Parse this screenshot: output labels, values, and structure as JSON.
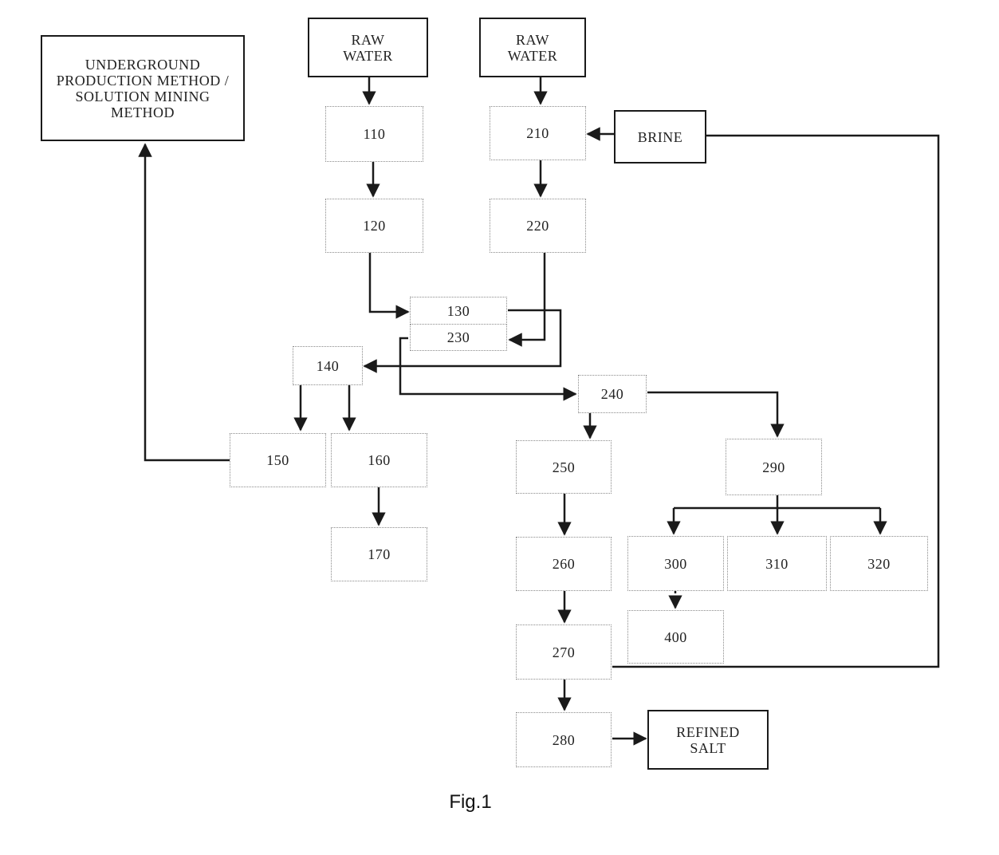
{
  "nodes": {
    "underground": "UNDERGROUND\nPRODUCTION METHOD /\nSOLUTION MINING\nMETHOD",
    "raw_water_1": "RAW\nWATER",
    "raw_water_2": "RAW\nWATER",
    "brine": "BRINE",
    "refined_salt": "REFINED\nSALT",
    "s110": "110",
    "s120": "120",
    "s130": "130",
    "s230": "230",
    "s140": "140",
    "s150": "150",
    "s160": "160",
    "s170": "170",
    "s210": "210",
    "s220": "220",
    "s240": "240",
    "s250": "250",
    "s260": "260",
    "s270": "270",
    "s280": "280",
    "s290": "290",
    "s300": "300",
    "s310": "310",
    "s320": "320",
    "s400": "400"
  },
  "edges": [
    {
      "from": "raw-water-1",
      "to": "step-110"
    },
    {
      "from": "step-110",
      "to": "step-120"
    },
    {
      "from": "step-120",
      "to": "step-130"
    },
    {
      "from": "raw-water-2",
      "to": "step-210"
    },
    {
      "from": "brine",
      "to": "step-210"
    },
    {
      "from": "step-210",
      "to": "step-220"
    },
    {
      "from": "step-220",
      "to": "step-230"
    },
    {
      "from": "step-130",
      "to": "step-140"
    },
    {
      "from": "step-140",
      "to": "step-150"
    },
    {
      "from": "step-140",
      "to": "step-160"
    },
    {
      "from": "step-150",
      "to": "underground"
    },
    {
      "from": "step-160",
      "to": "step-170"
    },
    {
      "from": "step-230",
      "to": "step-240"
    },
    {
      "from": "step-240",
      "to": "step-250"
    },
    {
      "from": "step-240",
      "to": "step-290"
    },
    {
      "from": "step-250",
      "to": "step-260"
    },
    {
      "from": "step-260",
      "to": "step-270"
    },
    {
      "from": "step-270",
      "to": "step-280"
    },
    {
      "from": "step-270",
      "to": "brine"
    },
    {
      "from": "step-280",
      "to": "refined-salt"
    },
    {
      "from": "step-290",
      "to": "step-300"
    },
    {
      "from": "step-290",
      "to": "step-310"
    },
    {
      "from": "step-290",
      "to": "step-320"
    },
    {
      "from": "step-300",
      "to": "step-400"
    }
  ],
  "caption": "Fig.1"
}
